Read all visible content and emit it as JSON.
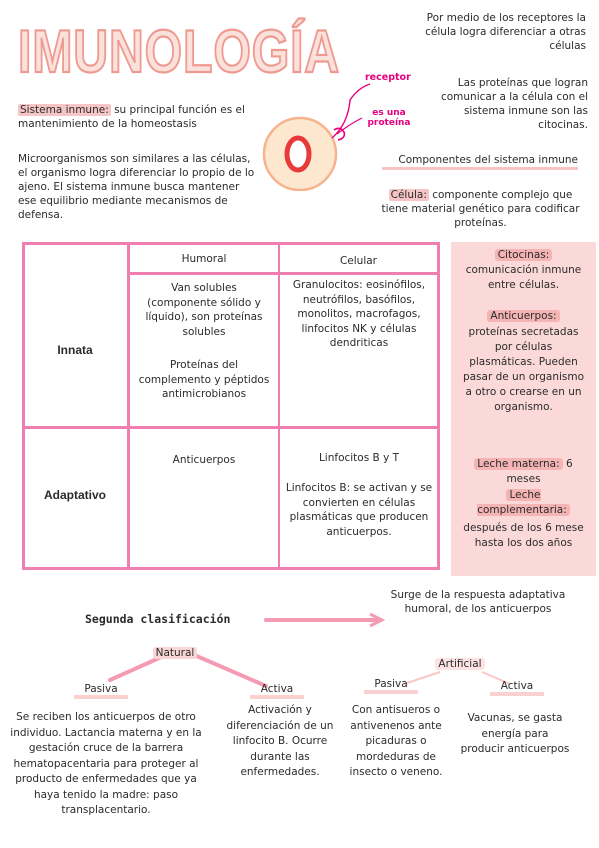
{
  "title": "IMUNOLOGÍA",
  "intro": {
    "term": "Sistema inmune:",
    "text": " su principal función es el mantenimiento de la homeostasis"
  },
  "microorganisms": "Microorganismos son similares a las células, el organismo logra diferenciar lo propio de lo ajeno. El sistema inmune busca mantener ese equilibrio mediante mecanismos de defensa.",
  "cell_diagram": {
    "receptor_label": "receptor",
    "protein_label": "es una proteína"
  },
  "receptors_note": "Por medio de los receptores la célula logra diferenciar a otras células",
  "proteins_note": "Las proteínas que logran comunicar a la célula con el sistema inmune son las citocinas.",
  "components": {
    "heading": "Componentes del sistema inmune",
    "cell_term": "Célula:",
    "cell_text": " componente complejo que tiene material genético para codificar proteínas."
  },
  "table": {
    "col_humoral": "Humoral",
    "col_celular": "Celular",
    "row_innata": "Innata",
    "row_adaptativo": "Adaptativo",
    "innata_humoral_1": "Van solubles (componente sólido y líquido), son proteínas solubles",
    "innata_humoral_2": "Proteínas del complemento y péptidos antimicrobianos",
    "innata_celular": "Granulocitos: eosinófilos, neutrófilos, basófilos, monolitos, macrofagos, linfocitos NK y células dendriticas",
    "adapt_humoral": "Anticuerpos",
    "adapt_celular_1": "Linfocitos B y T",
    "adapt_celular_2": "Linfocitos B: se activan y se convierten en células plasmáticas que producen anticuerpos."
  },
  "sidebar": {
    "citocinas_term": "Citocinas:",
    "citocinas_text": "comunicación inmune entre células.",
    "anticuerpos_term": "Anticuerpos:",
    "anticuerpos_text": "proteínas secretadas por células plasmáticas. Pueden pasar de un organismo a otro o crearse en un organismo.",
    "leche_term": "Leche materna:",
    "leche_text_1": " 6 meses",
    "leche2_term": "Leche complementaria:",
    "leche2_text": "después de los 6 mese hasta los dos años"
  },
  "second": {
    "heading": "Segunda clasificación",
    "arrow_note": "Surge de la respuesta adaptativa humoral, de los anticuerpos",
    "natural": "Natural",
    "artificial": "Artificial",
    "nat_pasiva": "Pasiva",
    "nat_activa": "Activa",
    "art_pasiva": "Pasiva",
    "art_activa": "Activa",
    "nat_pasiva_text": "Se reciben los anticuerpos de otro individuo. Lactancia materna y en la gestación cruce de la barrera hematopacentaria para proteger al producto de enfermedades que ya haya tenido la madre: paso transplacentario.",
    "nat_activa_text": "Activación y diferenciación de un linfocito B. Ocurre durante las enfermedades.",
    "art_pasiva_text": "Con antisueros o antivenenos ante picaduras o mordeduras de insecto o veneno.",
    "art_activa_text": "Vacunas, se gasta energía para producir anticuerpos"
  },
  "colors": {
    "accent_pink": "#ef7fb0",
    "title_pink": "#f2a7a0",
    "highlight": "#f6c6c6",
    "sidebar_bg": "#fbd9d9",
    "magenta": "#e6007e"
  }
}
